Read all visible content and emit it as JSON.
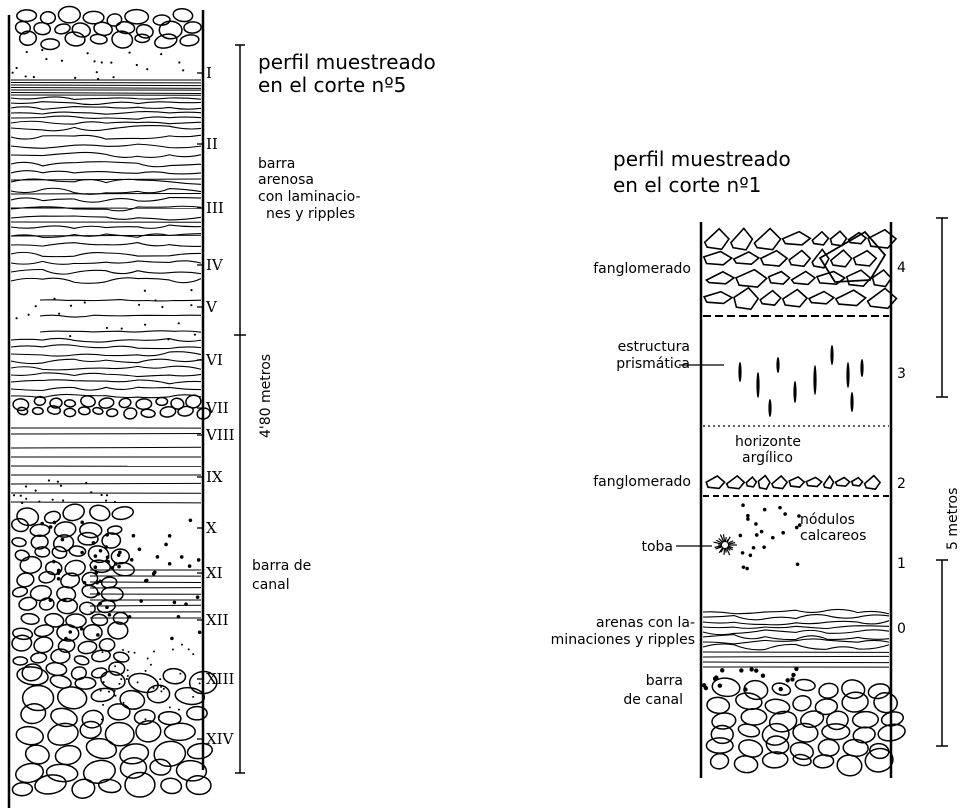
{
  "left_column": {
    "title_lines": [
      "perfil muestreado",
      "en el corte nº5"
    ],
    "scale_label": "4'80 metros",
    "samples": [
      "I",
      "II",
      "III",
      "IV",
      "V",
      "VI",
      "VII",
      "VIII",
      "IX",
      "X",
      "XI",
      "XII",
      "XIII",
      "XIV"
    ],
    "unit_upper_lines": [
      "barra",
      "arenosa",
      "con laminacio-",
      "nes y ripples"
    ],
    "unit_lower_lines": [
      "barra de",
      "canal"
    ]
  },
  "right_column": {
    "title_lines": [
      "perfil muestreado",
      "en el corte nº1"
    ],
    "scale_label": "5 metros",
    "levels": [
      "4",
      "3",
      "2",
      "1",
      "0"
    ],
    "labels": {
      "fanglomerado_top": "fanglomerado",
      "estructura_lines": [
        "estructura",
        "prismática"
      ],
      "horizonte_lines": [
        "horizonte",
        "argílico"
      ],
      "fanglomerado_mid": "fanglomerado",
      "nodulos_lines": [
        "nódulos",
        "calcareos"
      ],
      "toba": "toba",
      "arenas_lines": [
        "arenas con la-",
        "minaciones y ripples"
      ],
      "barra_lines": [
        "barra",
        "de canal"
      ]
    }
  }
}
